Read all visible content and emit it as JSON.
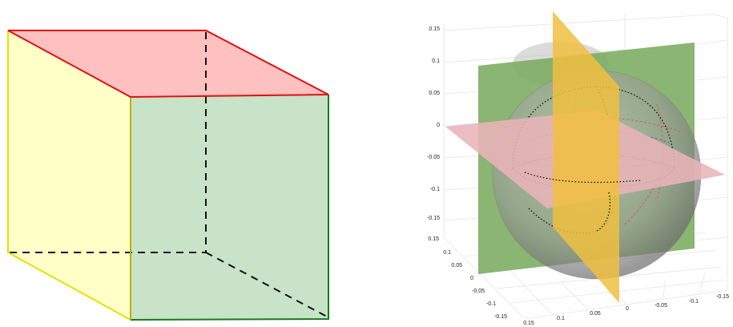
{
  "figure": {
    "left_panel": {
      "faces": {
        "top": "#ffc0c0",
        "left": "#ffffc8",
        "front": "#c8e3c8"
      },
      "edges": {
        "top": "#e01010",
        "left": "#e8e000",
        "front": "#1a7a1a",
        "hidden": "#111111"
      }
    },
    "right_panel": {
      "colors": {
        "green_plane": "#7bab5f",
        "pink_plane": "#e8b4b8",
        "yellow_plane": "#f0c040",
        "sphere": "#9a9a9a",
        "curve_black": "#000000",
        "curve_red": "#e05050",
        "curve_blue": "#5060c0"
      },
      "y_ticks": [
        "0.15",
        "0.1",
        "0.05",
        "0",
        "-0.05",
        "-0.1",
        "-0.15"
      ],
      "x_ticks_left": [
        "0.15",
        "0.1",
        "0.05",
        "0",
        "-0.05",
        "-0.1",
        "-0.15"
      ],
      "x_ticks_bottom": [
        "0.15",
        "0.1",
        "0.05",
        "0",
        "-0.05",
        "-0.1",
        "-0.15"
      ]
    }
  }
}
